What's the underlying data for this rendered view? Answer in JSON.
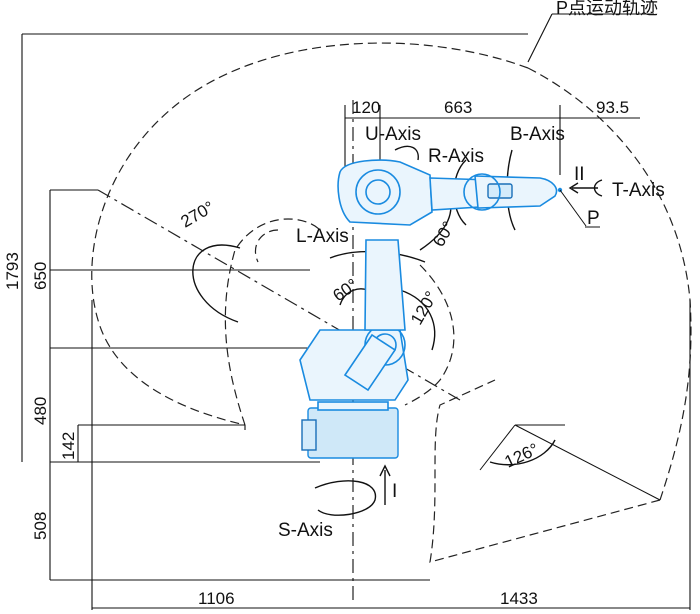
{
  "title": "P点运动轨迹",
  "dimensions": {
    "d120": "120",
    "d663": "663",
    "d93_5": "93.5",
    "d1793": "1793",
    "d650": "650",
    "d480": "480",
    "d142": "142",
    "d508": "508",
    "d1106": "1106",
    "d1433": "1433"
  },
  "axes": {
    "u": "U-Axis",
    "r": "R-Axis",
    "b": "B-Axis",
    "t": "T-Axis",
    "l": "L-Axis",
    "s": "S-Axis"
  },
  "angles": {
    "a270": "270°",
    "a60_top": "60°",
    "a60_mid": "60°",
    "a120": "120°",
    "a126": "126°"
  },
  "labels": {
    "ii": "II",
    "i": "I",
    "p": "P"
  },
  "colors": {
    "robot": "#1a8be0",
    "robot_fill": "#eaf5fd",
    "lines": "#111111"
  }
}
